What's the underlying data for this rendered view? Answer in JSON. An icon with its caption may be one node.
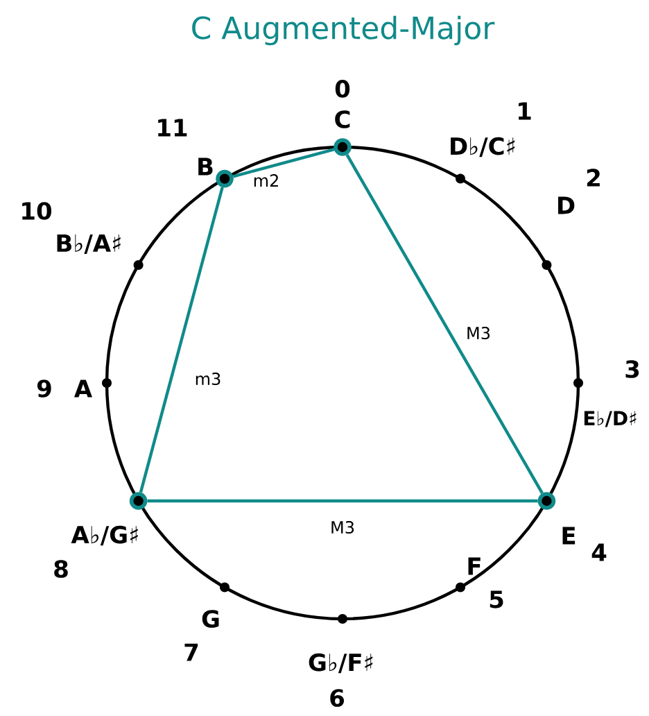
{
  "diagram": {
    "title": "C Augmented-Major",
    "nodes": [
      {
        "text": [
          "C"
        ],
        "beside": [
          "0"
        ]
      },
      {
        "text": [
          "D♭/C♯"
        ],
        "beside": [
          "1"
        ]
      },
      {
        "text": [
          "D"
        ],
        "beside": [
          "2"
        ]
      },
      {
        "text": [
          "E♭/D♯"
        ],
        "beside": [
          "3"
        ]
      },
      {
        "text": [
          "E"
        ],
        "beside": [
          "4"
        ]
      },
      {
        "text": [
          "F"
        ],
        "beside": [
          "5"
        ]
      },
      {
        "text": [
          "G♭/F♯"
        ],
        "beside": [
          "6"
        ]
      },
      {
        "text": [
          "G"
        ],
        "beside": [
          "7"
        ]
      },
      {
        "text": [
          "A♭/G♯"
        ],
        "beside": [
          "8"
        ]
      },
      {
        "text": [
          "A"
        ],
        "beside": [
          "9"
        ]
      },
      {
        "text": [
          "B♭/A♯"
        ],
        "beside": [
          "10"
        ]
      },
      {
        "text": [
          "B"
        ],
        "beside": [
          "11"
        ]
      }
    ],
    "edges": [
      {
        "from": 0,
        "to": 11,
        "arrow": "none",
        "label": "m2"
      },
      {
        "from": 11,
        "to": 8,
        "arrow": "none",
        "label": "m3"
      },
      {
        "from": 8,
        "to": 4,
        "arrow": "none",
        "label": "M3"
      },
      {
        "from": 4,
        "to": 0,
        "arrow": "none",
        "label": "M3"
      }
    ]
  }
}
